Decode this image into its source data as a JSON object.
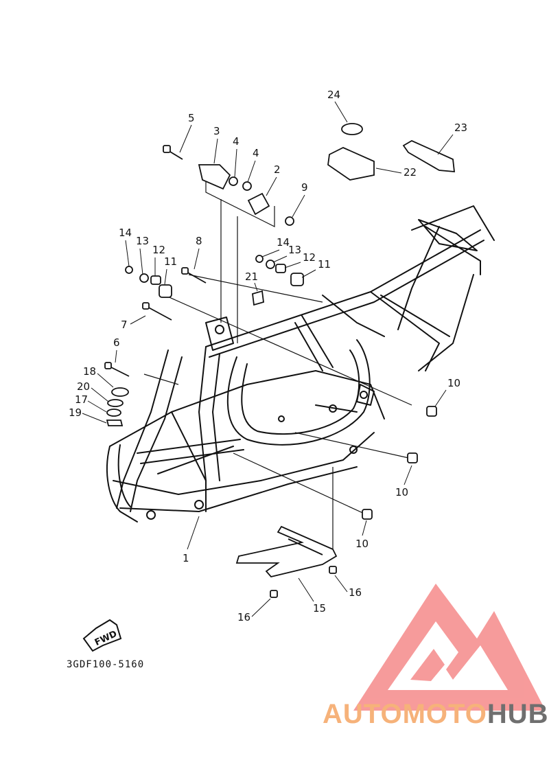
{
  "diagram": {
    "callouts": [
      {
        "id": "p1",
        "label": "1"
      },
      {
        "id": "p2",
        "label": "2"
      },
      {
        "id": "p3",
        "label": "3"
      },
      {
        "id": "p4a",
        "label": "4"
      },
      {
        "id": "p4b",
        "label": "4"
      },
      {
        "id": "p5",
        "label": "5"
      },
      {
        "id": "p6",
        "label": "6"
      },
      {
        "id": "p7",
        "label": "7"
      },
      {
        "id": "p8",
        "label": "8"
      },
      {
        "id": "p9",
        "label": "9"
      },
      {
        "id": "p10a",
        "label": "10"
      },
      {
        "id": "p10b",
        "label": "10"
      },
      {
        "id": "p10c",
        "label": "10"
      },
      {
        "id": "p11a",
        "label": "11"
      },
      {
        "id": "p11b",
        "label": "11"
      },
      {
        "id": "p12a",
        "label": "12"
      },
      {
        "id": "p12b",
        "label": "12"
      },
      {
        "id": "p13a",
        "label": "13"
      },
      {
        "id": "p13b",
        "label": "13"
      },
      {
        "id": "p14a",
        "label": "14"
      },
      {
        "id": "p14b",
        "label": "14"
      },
      {
        "id": "p15",
        "label": "15"
      },
      {
        "id": "p16a",
        "label": "16"
      },
      {
        "id": "p16b",
        "label": "16"
      },
      {
        "id": "p17",
        "label": "17"
      },
      {
        "id": "p18",
        "label": "18"
      },
      {
        "id": "p19",
        "label": "19"
      },
      {
        "id": "p20",
        "label": "20"
      },
      {
        "id": "p21",
        "label": "21"
      },
      {
        "id": "p22",
        "label": "22"
      },
      {
        "id": "p23",
        "label": "23"
      },
      {
        "id": "p24",
        "label": "24"
      }
    ],
    "fwd_label": "FWD",
    "diagram_code": "3GDF100-5160"
  },
  "watermark": {
    "part1": "AUTOMOTO",
    "part2": "HUB",
    "color_primary": "#f26b6b",
    "color_light": "#f6c08c",
    "color_dark": "#7a7a7a"
  }
}
